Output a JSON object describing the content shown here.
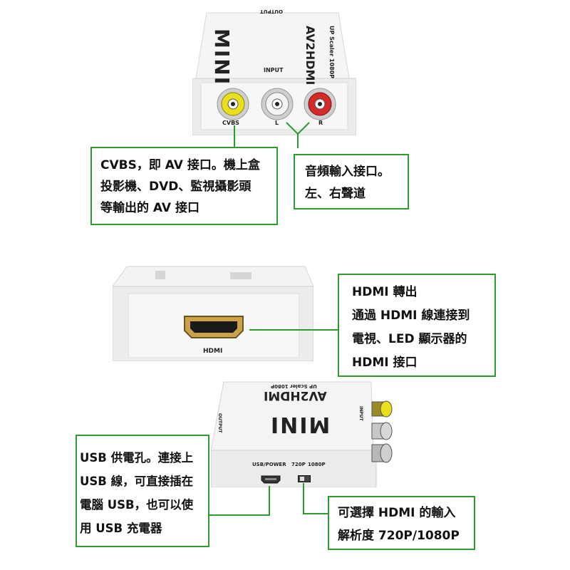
{
  "product": {
    "brand_text": "MINI",
    "model_text": "AV2HDMI",
    "sub_text": "UP Scaler 1080P",
    "output_text": "OUTPUT",
    "input_text": "INPUT",
    "port_labels": {
      "cvbs": "CVBS",
      "left": "L",
      "right": "R"
    },
    "hdmi_label": "HDMI",
    "usb_power_label": "USB/POWER",
    "res_720": "720P",
    "res_1080": "1080P"
  },
  "callouts": {
    "cvbs": [
      "CVBS，即 AV 接口。機上盒",
      "投影機、DVD、監視攝影頭",
      "等輸出的 AV 接口"
    ],
    "audio": [
      "音頻輸入接口。",
      "左、右聲道"
    ],
    "hdmi": [
      "HDMI 轉出",
      "通過 HDMI 線連接到",
      "電視、LED 顯示器的",
      "HDMI 接口"
    ],
    "usb": [
      "USB 供電孔。連接上",
      "USB 線，可直接插在",
      "電腦 USB，也可以使",
      "用 USB 充電器"
    ],
    "resolution": [
      "可選擇 HDMI 的輸入",
      "解析度 720P/1080P"
    ]
  },
  "colors": {
    "accent": "#2e9b2e",
    "rca_yellow": "#e9df1c",
    "rca_red": "#d42a2a",
    "device": "#f2f2f2"
  }
}
